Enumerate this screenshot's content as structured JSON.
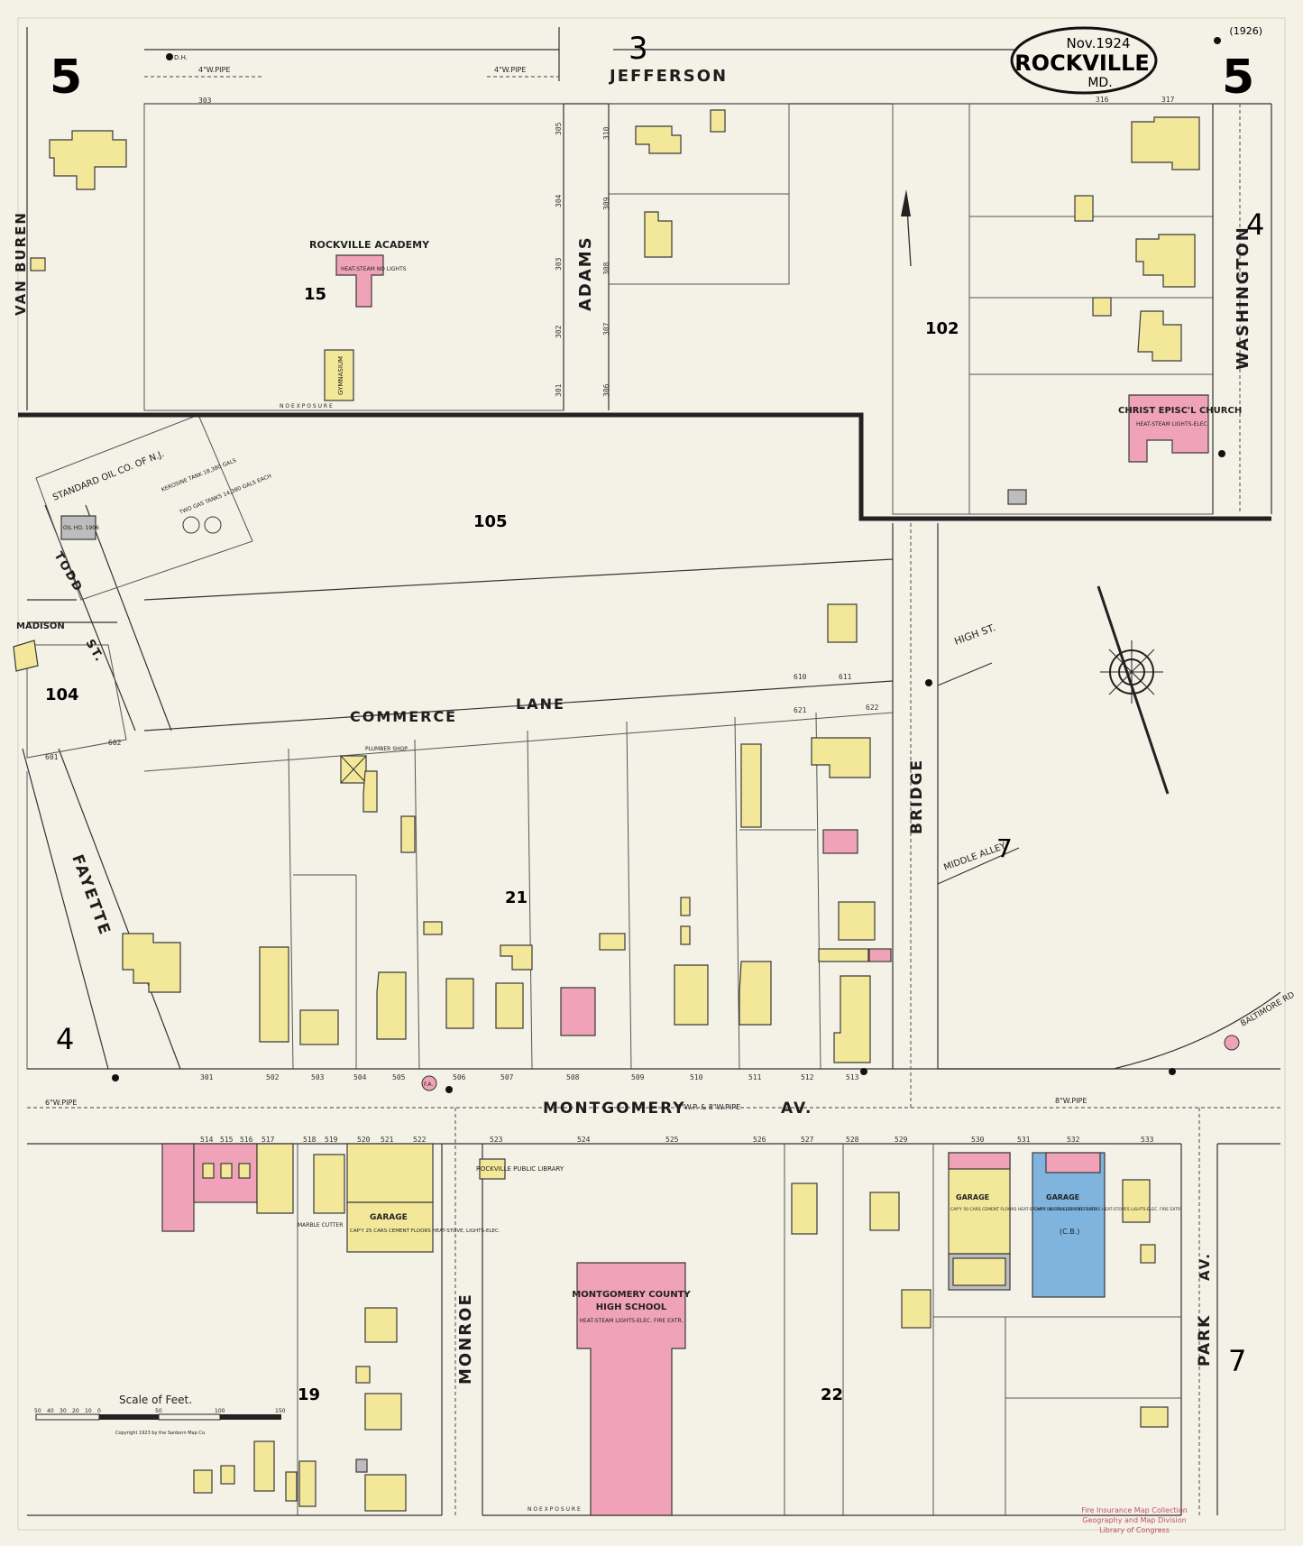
{
  "header": {
    "date": "Nov.1924",
    "city": "ROCKVILLE",
    "state": "MD.",
    "sheet_number_left": "5",
    "sheet_number_right": "5",
    "revision": "(1926)",
    "adjacent_sheet_top": "3"
  },
  "streets": {
    "jefferson": "JEFFERSON",
    "van_buren": "VAN BUREN",
    "adams": "ADAMS",
    "washington": "WASHINGTON",
    "commerce_lane_1": "COMMERCE",
    "commerce_lane_2": "LANE",
    "todd_st": "TODD",
    "st": "ST.",
    "madison": "MADISON",
    "high_st": "HIGH ST.",
    "bridge": "BRIDGE",
    "fayette": "FAYETTE",
    "middle_alley": "MIDDLE ALLEY",
    "montgomery_1": "MONTGOMERY",
    "montgomery_2": "AV.",
    "monroe": "MONROE",
    "park": "PARK",
    "park_av": "AV.",
    "baltimore_rd": "BALTIMORE RD"
  },
  "blocks": {
    "b15": "15",
    "b102": "102",
    "b105": "105",
    "b104": "104",
    "b21": "21",
    "b19": "19",
    "b22": "22",
    "adj4_right": "4",
    "adj4_left": "4",
    "adj7_right": "7",
    "adj7_alley": "7"
  },
  "landmarks": {
    "rockville_academy": "ROCKVILLE ACADEMY",
    "academy_note": "HEAT-STEAM NO LIGHTS",
    "gymnasium": "GYMNASIUM",
    "christ_church": "CHRIST EPISC'L CHURCH",
    "church_note": "HEAT-STEAM LIGHTS-ELEC.",
    "standard_oil": "STANDARD OIL CO. OF N.J.",
    "kerosine_tank": "KEROSINE TANK 18,380 GALS",
    "gas_tanks": "TWO GAS TANKS 14,380 GALS EACH",
    "oil_ho": "OIL HO. 1906",
    "high_school_1": "MONTGOMERY COUNTY",
    "high_school_2": "HIGH SCHOOL",
    "high_school_note": "HEAT-STEAM LIGHTS-ELEC. FIRE EXTR.",
    "library": "ROCKVILLE PUBLIC LIBRARY",
    "garage_west": "GARAGE",
    "garage_west_note": "CAP'Y 25 CARS CEMENT FLOORS HEAT-STOVE, LIGHTS-ELEC.",
    "garage_mid": "GARAGE",
    "garage_mid_note": "CAP'Y 50 CARS CEMENT FLOORS HEAT-STOVES LIGHTS-ELEC. FIRE EXTR.",
    "garage_east": "GARAGE",
    "garage_east_note": "CAP'Y 50 CARS CEMENT FLOORS HEAT-STOVES LIGHTS-ELEC. FIRE EXTR.",
    "garage_east_const": "(C.B.)",
    "plumber": "PLUMBER SHOP",
    "marble": "MARBLE CUTTER",
    "no_exposure": "N O   E X P O S U R E"
  },
  "utilities": {
    "pipe_4": "4\"W.PIPE",
    "pipe_6": "6\"W.PIPE",
    "pipe_6_8": "6\"W.P. & 8\"W.PIPE",
    "pipe_8": "8\"W.PIPE",
    "hydrant": "D.H.",
    "fire_alarm": "F.A."
  },
  "scale": {
    "title": "Scale of Feet.",
    "ticks": [
      "50",
      "40",
      "30",
      "20",
      "10",
      "0",
      "50",
      "100",
      "150"
    ],
    "copyright": "Copyright 1923 by the Sanborn Map Co."
  },
  "stamp": {
    "line1": "Fire Insurance Map Collection",
    "line2": "Geography and Map Division",
    "line3": "Library of Congress"
  },
  "colors": {
    "paper": "#f4f1e6",
    "frame_dwelling": "#f3e89a",
    "brick": "#f0a3b8",
    "concrete_block": "#7fb4de",
    "boundary": "#222222"
  },
  "addresses": {
    "a303": "303",
    "a305": "305",
    "a304": "304",
    "a303b": "303",
    "a302": "302",
    "a301": "301",
    "a310": "310",
    "a309": "309",
    "a308": "308",
    "a307": "307",
    "a306": "306",
    "a316": "316",
    "a317": "317",
    "a610": "610",
    "a611": "611",
    "a621": "621",
    "a622": "622",
    "a601": "601",
    "a602": "602",
    "m301": "301",
    "m502": "502",
    "m503": "503",
    "m504": "504",
    "m505": "505",
    "m506": "506",
    "m507": "507",
    "m508": "508",
    "m509": "509",
    "m510": "510",
    "m511": "511",
    "m512": "512",
    "m513": "513",
    "s514": "514",
    "s515": "515",
    "s516": "516",
    "s517": "517",
    "s518": "518",
    "s519": "519",
    "s520": "520",
    "s521": "521",
    "s522": "522",
    "s523": "523",
    "s524": "524",
    "s525": "525",
    "s526": "526",
    "s527": "527",
    "s528": "528",
    "s529": "529",
    "s530": "530",
    "s531": "531",
    "s532": "532",
    "s533": "533"
  }
}
